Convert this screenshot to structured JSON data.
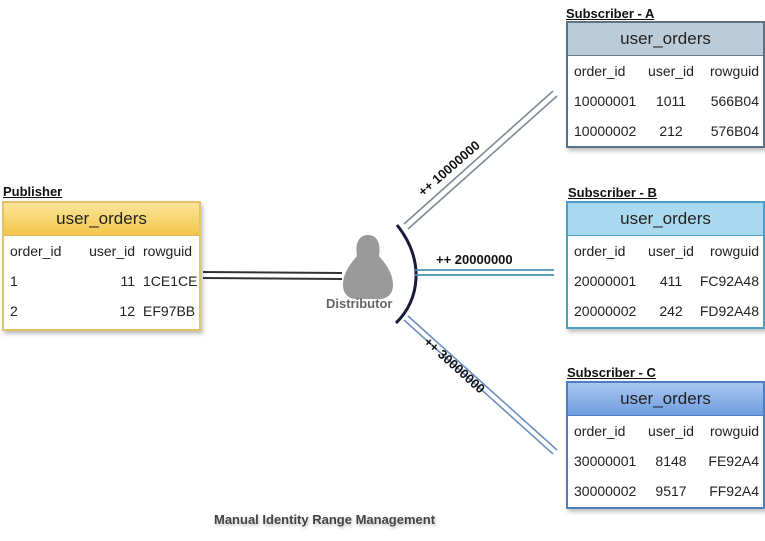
{
  "title": "Manual Identity Range Management",
  "distributor": {
    "label": "Distributor",
    "icon": "distributor-server-icon"
  },
  "columns": [
    "order_id",
    "user_id",
    "rowguid"
  ],
  "publisher": {
    "label": "Publisher",
    "table": "user_orders",
    "rows": [
      [
        "1",
        "11",
        "1CE1CE"
      ],
      [
        "2",
        "12",
        "EF97BB"
      ]
    ]
  },
  "subscribers": [
    {
      "label": "Subscriber - A",
      "table": "user_orders",
      "range": "++ 10000000",
      "rows": [
        [
          "10000001",
          "1011",
          "566B04"
        ],
        [
          "10000002",
          "212",
          "576B04"
        ]
      ]
    },
    {
      "label": "Subscriber - B",
      "table": "user_orders",
      "range": "++ 20000000",
      "rows": [
        [
          "20000001",
          "411",
          "FC92A48"
        ],
        [
          "20000002",
          "242",
          "FD92A48"
        ]
      ]
    },
    {
      "label": "Subscriber - C",
      "table": "user_orders",
      "range": "++ 30000000",
      "rows": [
        [
          "30000001",
          "8148",
          "FE92A4"
        ],
        [
          "30000002",
          "9517",
          "FF92A4"
        ]
      ]
    }
  ],
  "colors": {
    "publisher_header": "#f3c64a",
    "subscriber_a_header": "#bccbd8",
    "subscriber_b_header": "#a9d9ee",
    "subscriber_c_header": "#6f9de0"
  }
}
